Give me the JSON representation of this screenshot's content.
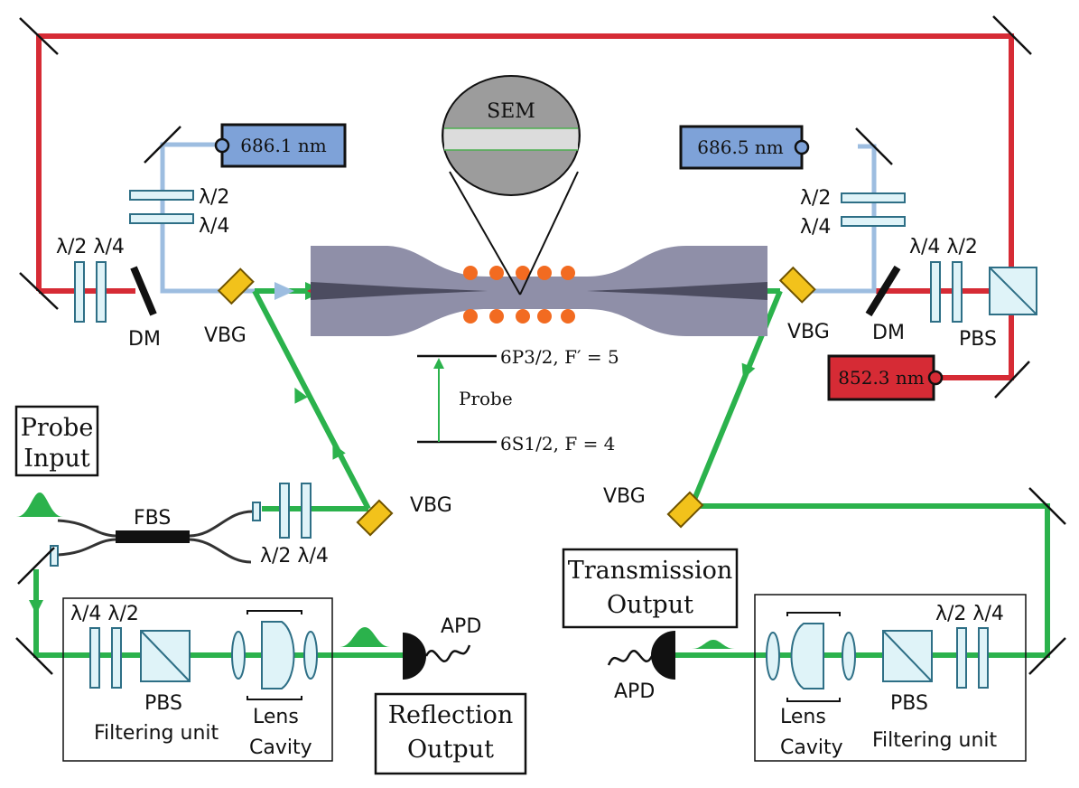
{
  "sem": {
    "label": "SEM"
  },
  "lasers": {
    "left_blue": "686.1 nm",
    "right_blue": "686.5 nm",
    "red": "852.3 nm"
  },
  "colors": {
    "red_beam": "#d62b35",
    "green_beam": "#2bb24c",
    "blue_beam": "#9dbde0",
    "blue_laser": "#7ea2d8",
    "red_laser": "#d62b35",
    "vbg": "#f2c21b",
    "nanofiber": "#8f8fa8",
    "atoms": "#f26b21"
  },
  "waveplates": {
    "left_blue_top": "λ/2",
    "left_blue_bottom": "λ/4",
    "right_blue_top": "λ/2",
    "right_blue_bottom": "λ/4",
    "left_red": "λ/2 λ/4",
    "right_red": "λ/4 λ/2",
    "probe_input": "λ/2 λ/4",
    "left_filter": "λ/4 λ/2",
    "right_filter": "λ/2 λ/4"
  },
  "labels": {
    "dm_left": "DM",
    "dm_right": "DM",
    "vbg_left": "VBG",
    "vbg_right": "VBG",
    "vbg_bottom_left": "VBG",
    "vbg_bottom_right": "VBG",
    "pbs_right_red": "PBS",
    "fbs": "FBS",
    "pbs_left": "PBS",
    "pbs_right": "PBS",
    "filtering_left": "Filtering unit",
    "filtering_right": "Filtering unit",
    "lens_left": "Lens",
    "cavity_left": "Cavity",
    "lens_right": "Lens",
    "cavity_right": "Cavity",
    "apd_left": "APD",
    "apd_right": "APD"
  },
  "levels": {
    "excited": "6P3/2, F′ = 5",
    "ground": "6S1/2, F = 4",
    "probe": "Probe"
  },
  "boxes": {
    "probe_input_line1": "Probe",
    "probe_input_line2": "Input",
    "reflection_line1": "Reflection",
    "reflection_line2": "Output",
    "transmission_line1": "Transmission",
    "transmission_line2": "Output"
  }
}
